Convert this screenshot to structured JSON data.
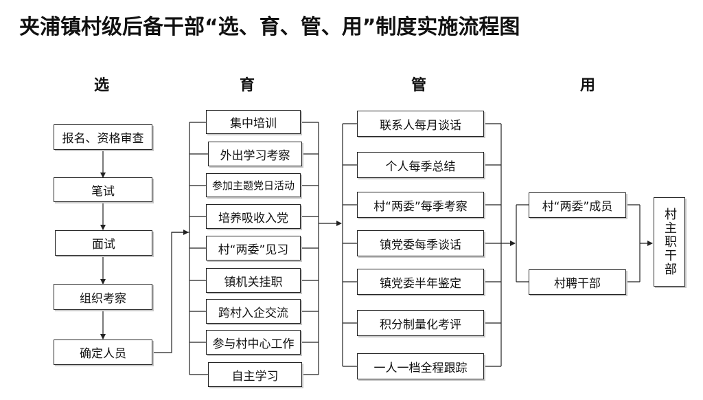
{
  "title": "夹浦镇村级后备干部“选、育、管、用”制度实施流程图",
  "headers": {
    "xuan": "选",
    "yu": "育",
    "guan": "管",
    "yong": "用"
  },
  "xuan_items": [
    "报名、资格审查",
    "笔试",
    "面试",
    "组织考察",
    "确定人员"
  ],
  "yu_items": [
    "集中培训",
    "外出学习考察",
    "参加主题党日活动",
    "培养吸收入党",
    "村“两委”见习",
    "镇机关挂职",
    "跨村入企交流",
    "参与村中心工作",
    "自主学习"
  ],
  "guan_items": [
    "联系人每月谈话",
    "个人每季总结",
    "村“两委”每季考察",
    "镇党委每季谈话",
    "镇党委半年鉴定",
    "积分制量化考评",
    "一人一档全程跟踪"
  ],
  "yong_items": [
    "村“两委”成员",
    "村聘干部"
  ],
  "final": "村主职干部"
}
